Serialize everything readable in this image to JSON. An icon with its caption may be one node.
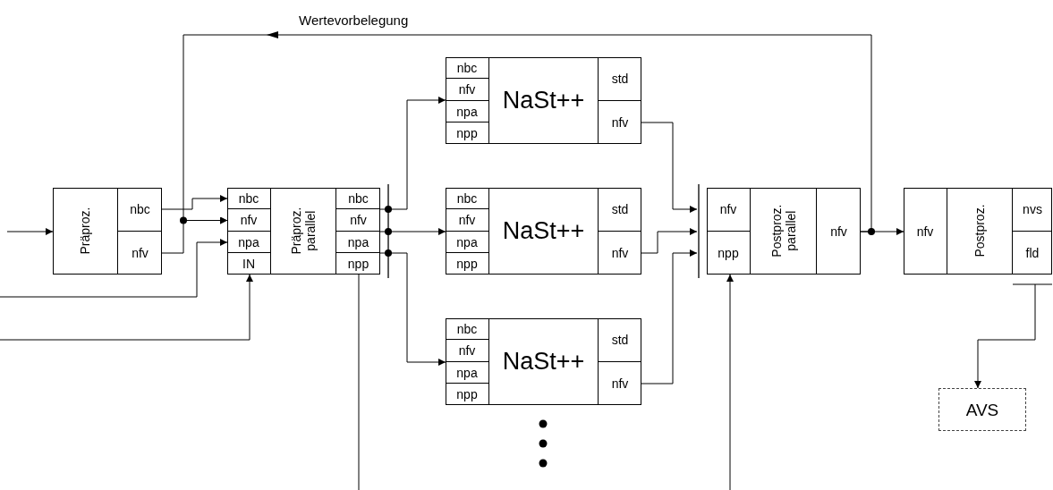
{
  "diagram": {
    "nodes": [
      {
        "text": [],
        "shape": "box"
      },
      {
        "text": [
          "Präproz."
        ],
        "in": 0
      },
      {
        "text": [
          "nbc"
        ],
        "in": 0
      },
      {
        "text": [
          "nfv"
        ],
        "in": 0
      },
      {
        "text": [],
        "shape": "box"
      },
      {
        "text": [
          "nbc"
        ],
        "in": 4
      },
      {
        "text": [
          "nfv"
        ],
        "in": 4
      },
      {
        "text": [
          "npa"
        ],
        "in": 4
      },
      {
        "text": [
          "IN"
        ],
        "in": 4
      },
      {
        "text": [
          "Präproz. parallel"
        ],
        "in": 4
      },
      {
        "text": [
          "nbc"
        ],
        "in": 4
      },
      {
        "text": [
          "nfv"
        ],
        "in": 4
      },
      {
        "text": [
          "npa"
        ],
        "in": 4
      },
      {
        "text": [
          "npp"
        ],
        "in": 4
      },
      {
        "text": [],
        "shape": "box"
      },
      {
        "text": [
          "nbc"
        ],
        "in": 14
      },
      {
        "text": [
          "nfv"
        ],
        "in": 14
      },
      {
        "text": [
          "npa"
        ],
        "in": 14
      },
      {
        "text": [
          "npp"
        ],
        "in": 14
      },
      {
        "text": [
          "NaSt++"
        ],
        "in": 14
      },
      {
        "text": [
          "std"
        ],
        "in": 14
      },
      {
        "text": [
          "nfv"
        ],
        "in": 14
      },
      {
        "text": [],
        "shape": "box"
      },
      {
        "text": [
          "nbc"
        ],
        "in": 22
      },
      {
        "text": [
          "nfv"
        ],
        "in": 22
      },
      {
        "text": [
          "npa"
        ],
        "in": 22
      },
      {
        "text": [
          "npp"
        ],
        "in": 22
      },
      {
        "text": [
          "NaSt++"
        ],
        "in": 22
      },
      {
        "text": [
          "std"
        ],
        "in": 22
      },
      {
        "text": [
          "nfv"
        ],
        "in": 22
      },
      {
        "text": [],
        "shape": "box"
      },
      {
        "text": [
          "nbc"
        ],
        "in": 30
      },
      {
        "text": [
          "nfv"
        ],
        "in": 30
      },
      {
        "text": [
          "npa"
        ],
        "in": 30
      },
      {
        "text": [
          "npp"
        ],
        "in": 30
      },
      {
        "text": [
          "NaSt++"
        ],
        "in": 30
      },
      {
        "text": [
          "std"
        ],
        "in": 30
      },
      {
        "text": [
          "nfv"
        ],
        "in": 30
      },
      {
        "text": [],
        "shape": "box"
      },
      {
        "text": [
          "nfv"
        ],
        "in": 38
      },
      {
        "text": [
          "npp"
        ],
        "in": 38
      },
      {
        "text": [
          "Postproz. parallel"
        ],
        "in": 38
      },
      {
        "text": [
          "nfv"
        ],
        "in": 38
      },
      {
        "text": [],
        "shape": "box"
      },
      {
        "text": [
          "nfv"
        ],
        "in": 43
      },
      {
        "text": [
          "Postproz."
        ],
        "in": 43
      },
      {
        "text": [
          "nvs"
        ],
        "in": 43
      },
      {
        "text": [
          "fld"
        ],
        "in": 43
      },
      {
        "text": [
          "AVS"
        ]
      }
    ],
    "edges": [
      {
        "from": null,
        "to": 0,
        "arrow": "to"
      },
      {
        "from": 2,
        "to": 5,
        "arrow": "to"
      },
      {
        "from": 3,
        "to": 6,
        "arrow": "to"
      },
      {
        "from": null,
        "to": 7,
        "arrow": "to"
      },
      {
        "from": null,
        "to": 8,
        "arrow": "to"
      },
      {
        "from": 13,
        "to": null,
        "arrow": "none"
      },
      {
        "from": 4,
        "to": 14,
        "arrow": "to"
      },
      {
        "from": 4,
        "to": 22,
        "arrow": "to"
      },
      {
        "from": 4,
        "to": 30,
        "arrow": "to"
      },
      {
        "from": 21,
        "to": 38,
        "arrow": "to"
      },
      {
        "from": 29,
        "to": 38,
        "arrow": "to"
      },
      {
        "from": 37,
        "to": 38,
        "arrow": "to"
      },
      {
        "from": null,
        "to": 40,
        "arrow": "to"
      },
      {
        "from": 42,
        "to": 44,
        "arrow": "to"
      },
      {
        "from": 42,
        "to": 6,
        "arrow": "to",
        "label": "Wertevorbelegung"
      },
      {
        "from": 47,
        "to": 48,
        "arrow": "to"
      }
    ]
  }
}
